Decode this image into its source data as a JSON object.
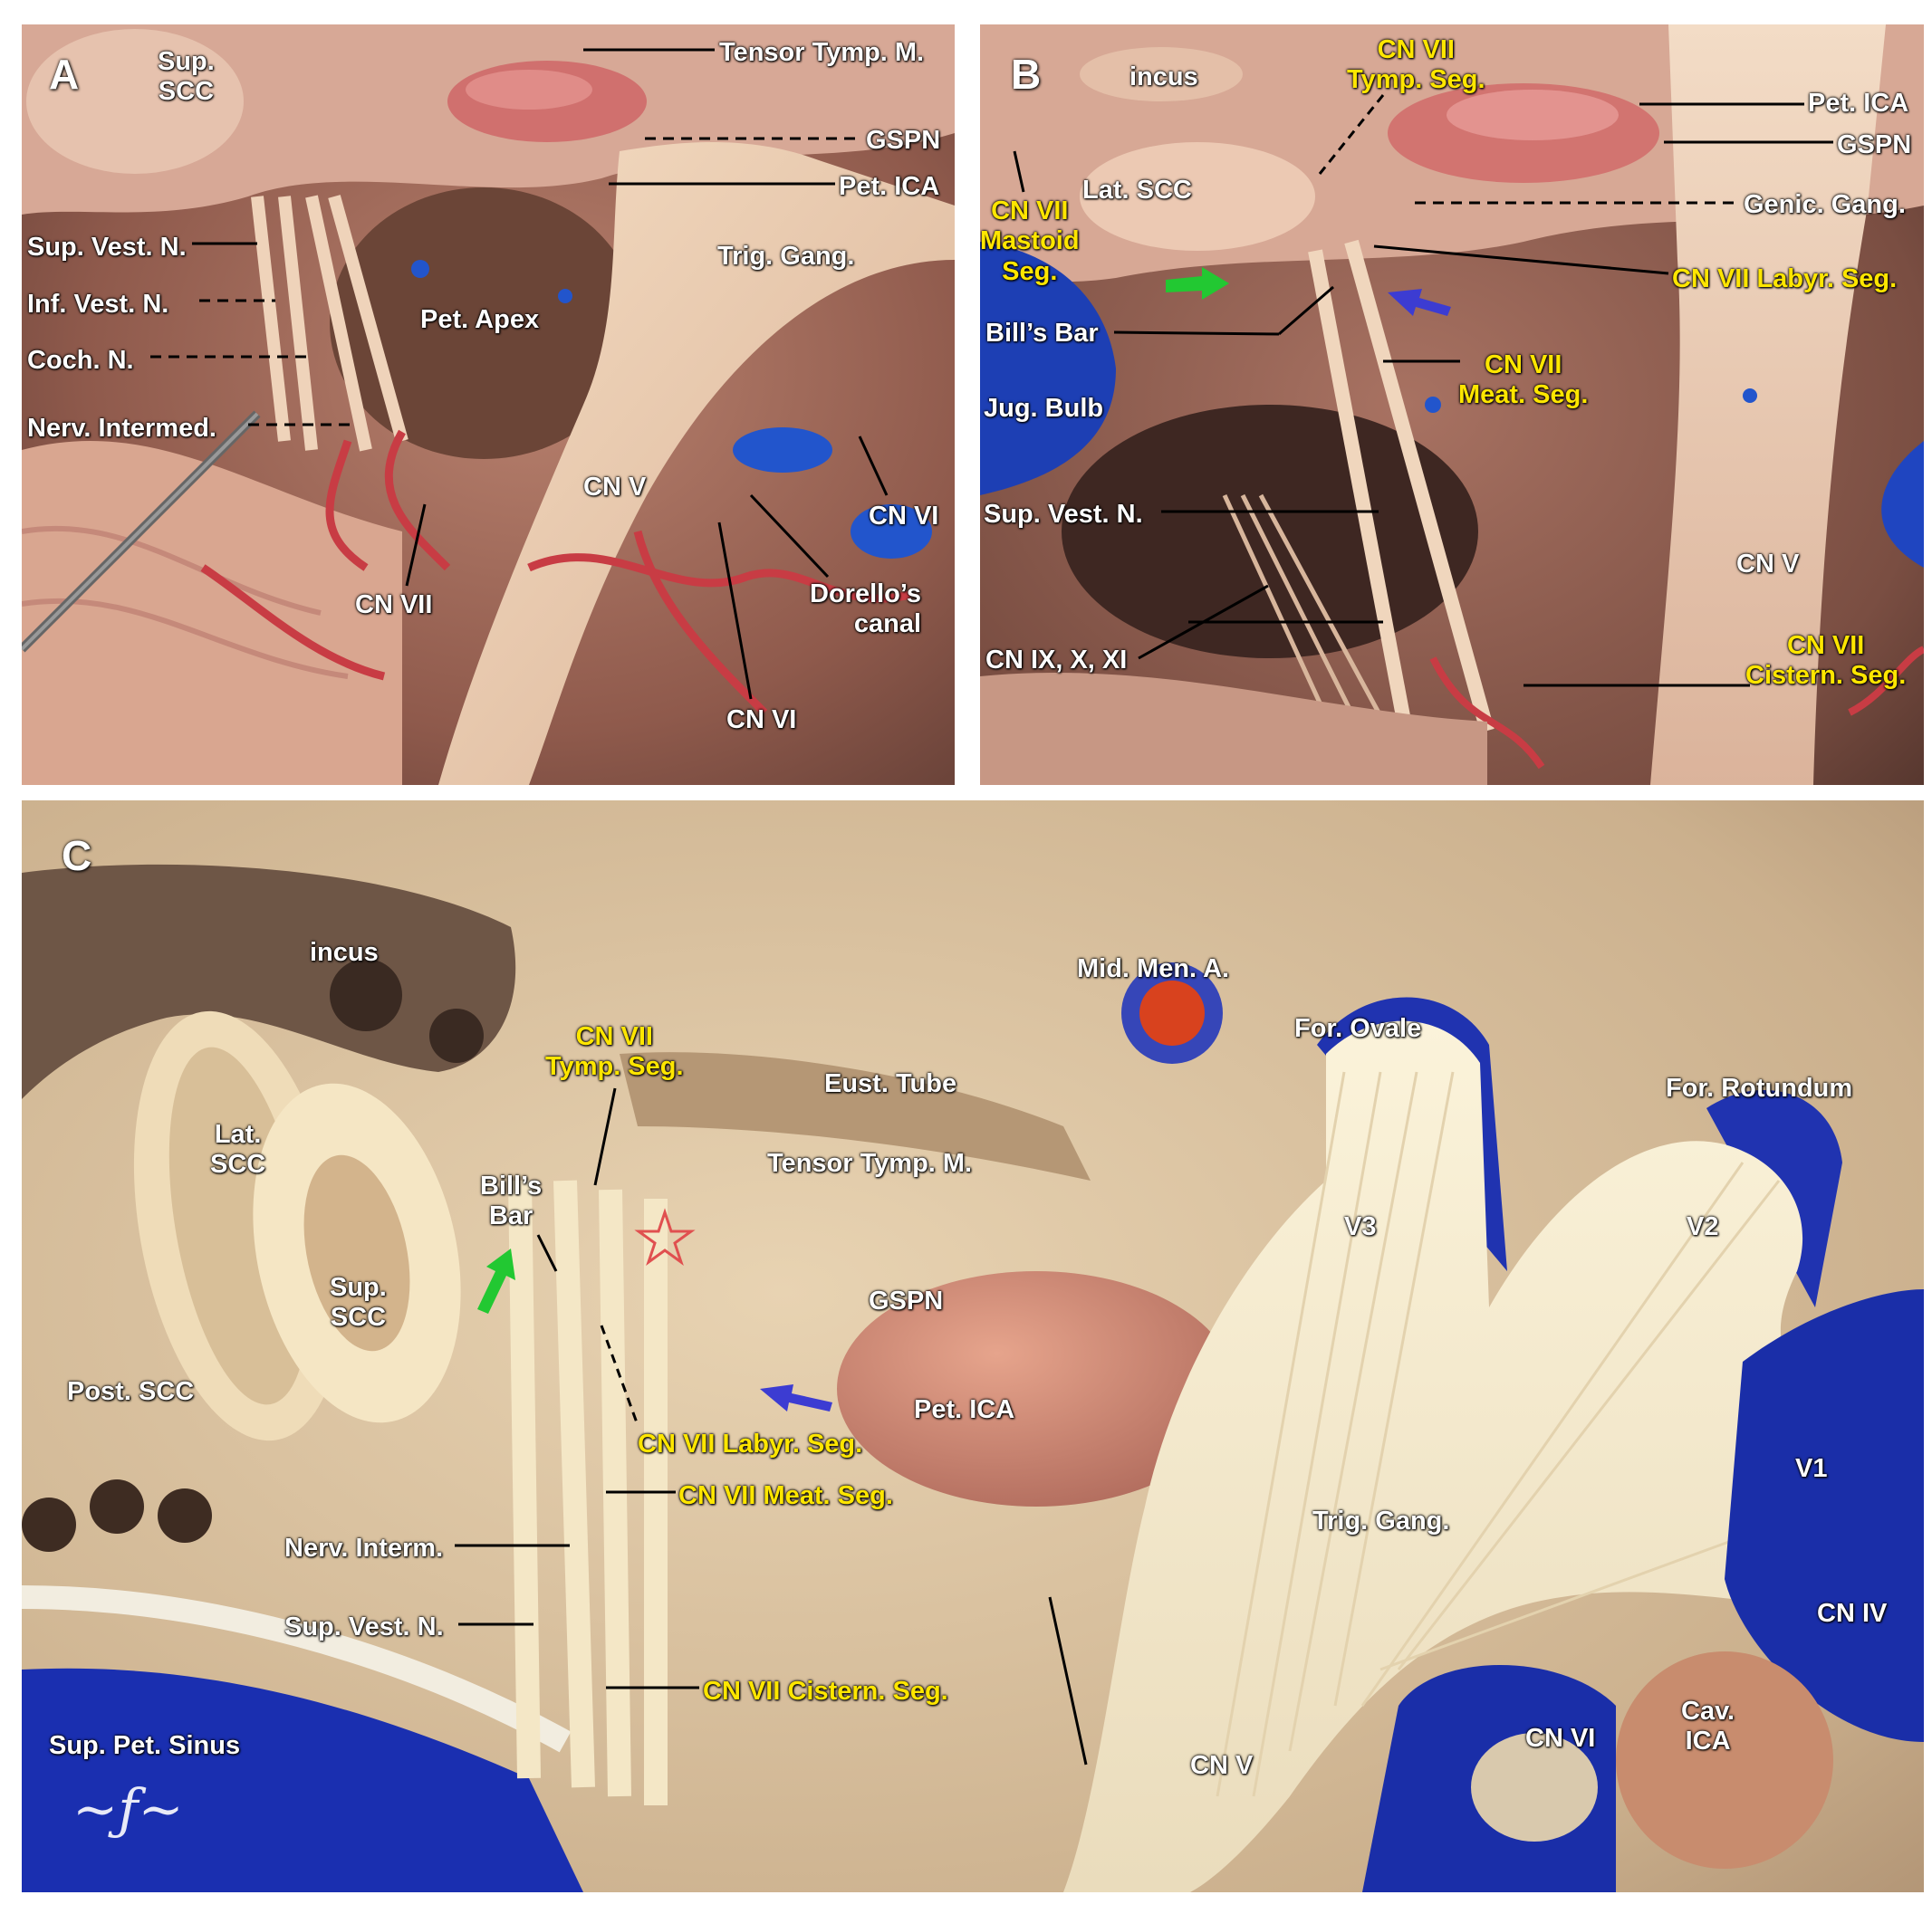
{
  "panel_a": {
    "letter": "A",
    "labels": {
      "sup_scc": "Sup.\nSCC",
      "tensor": "Tensor Tymp. M.",
      "gspn": "GSPN",
      "pet_ica": "Pet. ICA",
      "trig_gang": "Trig. Gang.",
      "sup_vest": "Sup. Vest. N.",
      "inf_vest": "Inf. Vest. N.",
      "coch": "Coch. N.",
      "nerv_intermed": "Nerv. Intermed.",
      "pet_apex": "Pet. Apex",
      "cn_v": "CN V",
      "cn_vi_upper": "CN VI",
      "cn_vii": "CN VII",
      "dorello": "Dorello’s\ncanal",
      "cn_vi_lower": "CN VI"
    }
  },
  "panel_b": {
    "letter": "B",
    "labels": {
      "incus": "incus",
      "cn7_tymp": "CN VII\nTymp. Seg.",
      "pet_ica": "Pet. ICA",
      "gspn": "GSPN",
      "lat_scc": "Lat. SCC",
      "cn7_mastoid": "CN VII\nMastoid\nSeg.",
      "genic": "Genic. Gang.",
      "cn7_labyr": "CN VII Labyr. Seg.",
      "bills_bar": "Bill’s Bar",
      "cn7_meat": "CN VII\nMeat. Seg.",
      "jug_bulb": "Jug. Bulb",
      "sup_vest": "Sup. Vest. N.",
      "cn_v": "CN V",
      "cn_ix": "CN IX, X, XI",
      "cn7_cistern": "CN VII\nCistern. Seg."
    }
  },
  "panel_c": {
    "letter": "C",
    "labels": {
      "incus": "incus",
      "mid_men": "Mid. Men. A.",
      "cn7_tymp": "CN VII\nTymp. Seg.",
      "for_ovale": "For. Ovale",
      "eust": "Eust. Tube",
      "for_rot": "For. Rotundum",
      "lat_scc": "Lat.\nSCC",
      "bills_bar": "Bill’s\nBar",
      "tensor": "Tensor Tymp. M.",
      "v3": "V3",
      "v2": "V2",
      "sup_scc": "Sup.\nSCC",
      "gspn": "GSPN",
      "post_scc": "Post. SCC",
      "pet_ica": "Pet. ICA",
      "cn7_labyr": "CN VII Labyr. Seg.",
      "v1": "V1",
      "cn7_meat": "CN VII Meat. Seg.",
      "trig_gang": "Trig. Gang.",
      "nerv_interm": "Nerv. Interm.",
      "cn_iv": "CN IV",
      "sup_vest": "Sup. Vest. N.",
      "cn7_cistern": "CN VII Cistern. Seg.",
      "cav_ica": "Cav.\nICA",
      "sup_pet": "Sup. Pet. Sinus",
      "cn_vi": "CN VI",
      "cn_v": "CN V"
    }
  },
  "colors": {
    "label_white": "#ffffff",
    "label_yellow": "#ffe600",
    "green_arrow": "#22c832",
    "blue_arrow": "#3c3cd2"
  }
}
